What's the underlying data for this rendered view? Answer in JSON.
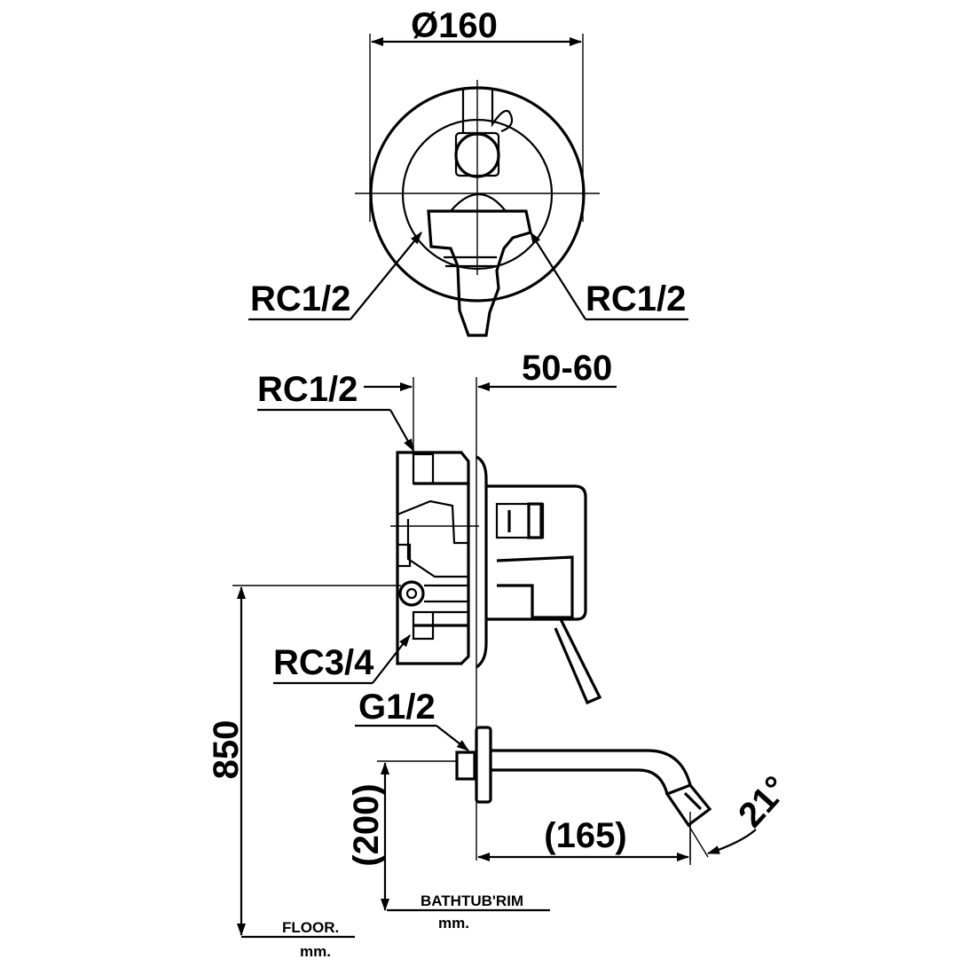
{
  "labels": {
    "diameter": "Ø160",
    "inlet_left_top": "RC1/2",
    "inlet_right_top": "RC1/2",
    "depth": "50-60",
    "inlet_side": "RC1/2",
    "outlet_shower": "RC3/4",
    "spout_thread": "G1/2",
    "height_floor": "850",
    "height_rim": "(200)",
    "spout_length": "(165)",
    "spout_angle": "21°",
    "bathtub_rim": "BATHTUB'RIM",
    "bathtub_unit": "mm.",
    "floor": "FLOOR.",
    "floor_unit": "mm."
  },
  "colors": {
    "line": "#000000",
    "background": "#ffffff"
  }
}
